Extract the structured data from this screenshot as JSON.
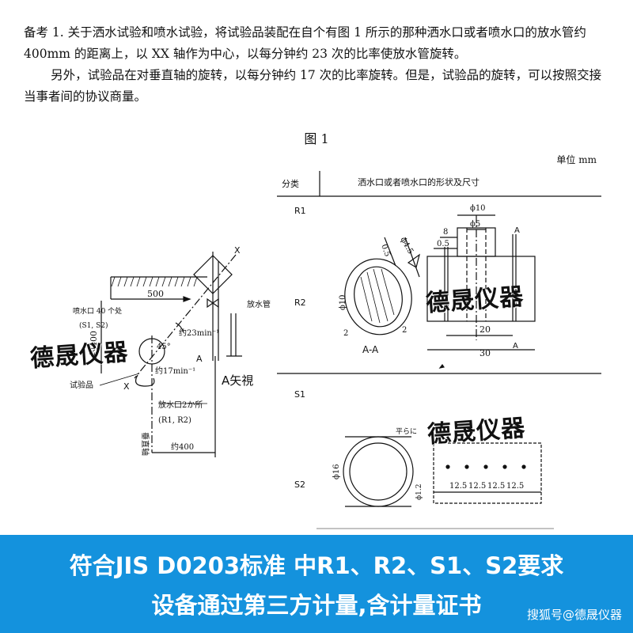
{
  "notes": {
    "para1": "备考 1. 关于洒水试验和喷水试验，将试验品装配在自个有图 1 所示的那种洒水口或者喷水口的放水管约 400mm 的距离上，以 XX 轴作为中心，以每分钟约 23 次的比率使放水管旋转。",
    "para2": "另外，试验品在对垂直轴的旋转，以每分钟约 17 次的比率旋转。但是，试验品的旋转，可以按照交接当事者间的协议商量。"
  },
  "figure": {
    "title": "图 1",
    "unit": "单位 mm"
  },
  "left_drawing": {
    "dim_400": "约400",
    "dim_500": "500",
    "nozzle_note": "喷水口 40 个处",
    "nozzle_note_sub": "(S1, S2)",
    "angle_45": "45°",
    "rate_23": "约23min⁻¹",
    "rate_17": "约17min⁻¹",
    "label_pipe": "放水管",
    "label_specimen": "试验品",
    "label_outlet": "放水口2か所",
    "label_outlet_sub": "(R1, R2)",
    "label_vertical": "垂直轴",
    "label_bottom_dim": "约400",
    "label_view": "A矢視",
    "axis_x": "X",
    "axis_a": "A"
  },
  "table": {
    "header_class": "分类",
    "header_shape": "洒水口或者喷水口的形状及尺寸",
    "rows": [
      "R1",
      "R2",
      "S1",
      "S2"
    ]
  },
  "right_drawing": {
    "d10": "ϕ10",
    "d5": "ϕ5",
    "dim_8": "8",
    "dim_05": "0.5",
    "d45": "ϕ4.5",
    "dim_2a": "2",
    "dim_2b": "2",
    "dim_20": "20",
    "dim_30": "30",
    "section": "A-A",
    "pipe_d": "ϕ16",
    "hole_d": "ϕ1.2",
    "pitch": "12.5",
    "flat_note": "平らに",
    "a1": "A",
    "a2": "A"
  },
  "watermarks": [
    "德晟仪器",
    "德晟仪器",
    "德晟仪器"
  ],
  "banner": {
    "line1": "符合JIS D0203标准 中R1、R2、S1、S2要求",
    "line2": "设备通过第三方计量,含计量证书",
    "credit": "搜狐号@德晟仪器"
  }
}
